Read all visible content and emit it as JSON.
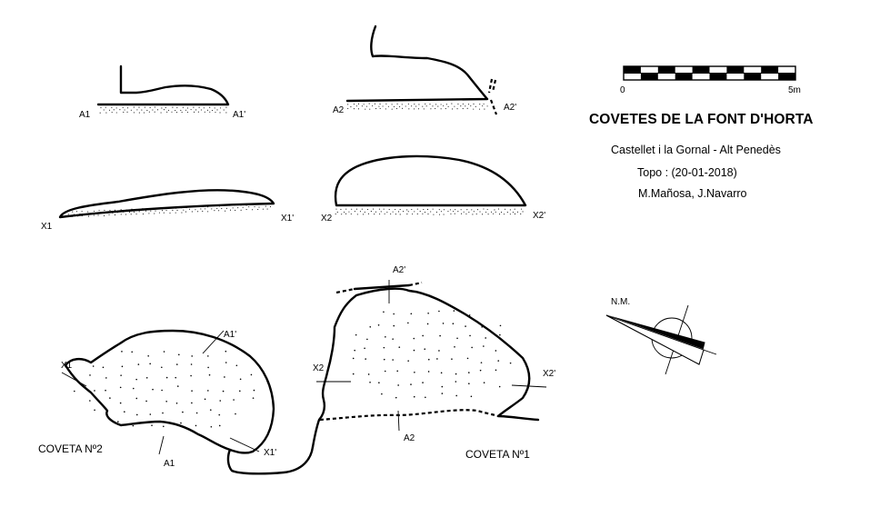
{
  "title": "COVETES DE LA FONT D'HORTA",
  "info": {
    "location": "Castellet i la Gornal - Alt Penedès",
    "topo": "Topo : (20-01-2018)",
    "authors": "M.Mañosa, J.Navarro"
  },
  "scale_bar": {
    "start_label": "0",
    "end_label": "5m",
    "length_m": 5,
    "segments": 10
  },
  "north_label": "N.M.",
  "sections": {
    "a1": {
      "left": "A1",
      "right": "A1'"
    },
    "a2": {
      "left": "A2",
      "right": "A2'"
    },
    "x1": {
      "left": "X1",
      "right": "X1'"
    },
    "x2": {
      "left": "X2",
      "right": "X2'"
    }
  },
  "plan": {
    "coveta2": {
      "name": "COVETA Nº2",
      "labels": {
        "a1_top": "A1'",
        "a1_bottom": "A1",
        "x1_left": "X1",
        "x1_right": "X1'"
      }
    },
    "coveta1": {
      "name": "COVETA Nº1",
      "labels": {
        "a2_top": "A2'",
        "a2_bottom": "A2",
        "x2_left": "X2",
        "x2_right": "X2'"
      }
    }
  }
}
